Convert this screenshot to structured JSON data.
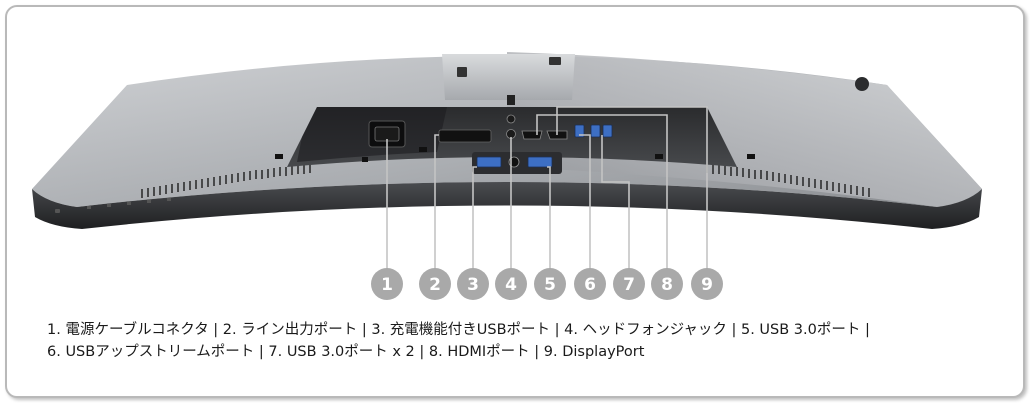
{
  "badges": [
    "1",
    "2",
    "3",
    "4",
    "5",
    "6",
    "7",
    "8",
    "9"
  ],
  "caption": {
    "line1": "1. 電源ケーブルコネクタ | 2. ライン出力ポート | 3. 充電機能付きUSBポート | 4. ヘッドフォンジャック | 5. USB 3.0ポート |",
    "line2": "6. USBアップストリームポート | 7. USB 3.0ポート x 2 | 8. HDMIポート | 9. DisplayPort"
  },
  "colors": {
    "badge": "#a9a9a9",
    "leader_line": "#c4c4c4",
    "shell_top": "#b4b6b9",
    "shell_dark": "#3a3c3f",
    "port_blue": "#3d6fc4"
  },
  "icons": [
    "monitor-rear-view",
    "power-connector",
    "usb-port",
    "audio-jack",
    "hdmi-port",
    "displayport"
  ]
}
